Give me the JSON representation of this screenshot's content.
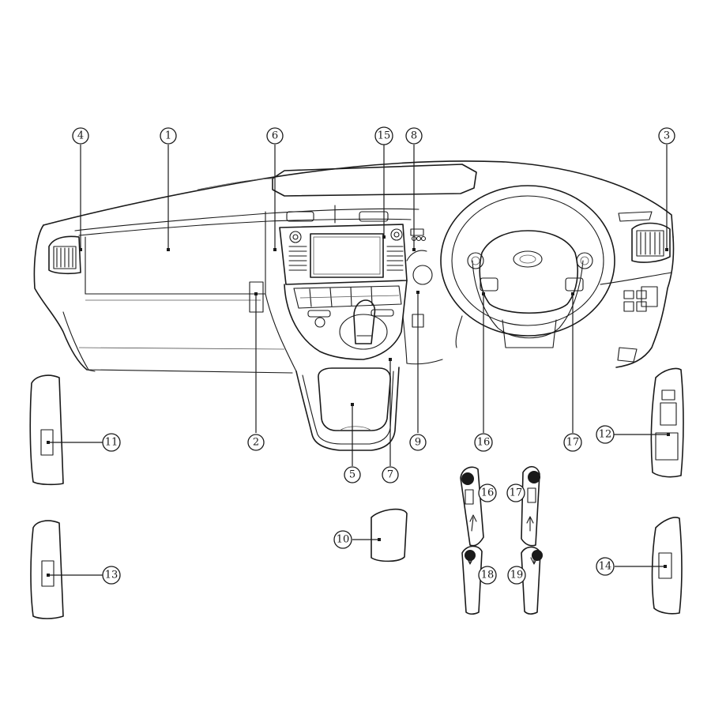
{
  "callouts": {
    "c1": "1",
    "c2": "2",
    "c3": "3",
    "c4": "4",
    "c5": "5",
    "c6": "6",
    "c7": "7",
    "c8": "8",
    "c9": "9",
    "c10": "10",
    "c11": "11",
    "c12": "12",
    "c13": "13",
    "c14": "14",
    "c15": "15",
    "c16a": "16",
    "c17a": "17",
    "c16b": "16",
    "c17b": "17",
    "c18": "18",
    "c19": "19"
  }
}
